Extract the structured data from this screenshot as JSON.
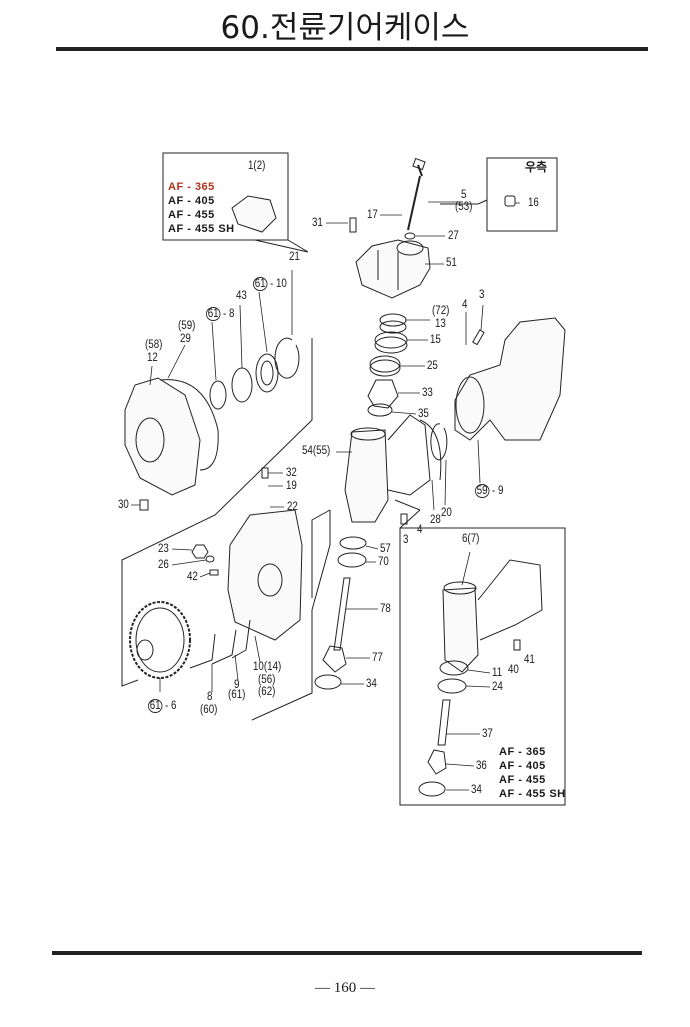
{
  "page": {
    "title": "60.전륜기어케이스",
    "page_number": "— 160 —"
  },
  "model_box_top": [
    "AF - 365",
    "AF - 405",
    "AF - 455",
    "AF - 455 SH"
  ],
  "model_box_bottom": [
    "AF - 365",
    "AF - 405",
    "AF - 455",
    "AF - 455 SH"
  ],
  "right_side_box_label": "우측",
  "part_labels": [
    {
      "text": "1(2)"
    },
    {
      "text": "31"
    },
    {
      "text": "17"
    },
    {
      "text": "5"
    },
    {
      "text": "(53)"
    },
    {
      "text": "16"
    },
    {
      "text": "27"
    },
    {
      "text": "51"
    },
    {
      "text": "21"
    },
    {
      "text": "61",
      "suffix": "- 10"
    },
    {
      "text": "43"
    },
    {
      "text": "61",
      "suffix": "- 8"
    },
    {
      "text": "(59)"
    },
    {
      "text": "29"
    },
    {
      "text": "(58)"
    },
    {
      "text": "12"
    },
    {
      "text": "(72)"
    },
    {
      "text": "13"
    },
    {
      "text": "15"
    },
    {
      "text": "4"
    },
    {
      "text": "3"
    },
    {
      "text": "25"
    },
    {
      "text": "33"
    },
    {
      "text": "35"
    },
    {
      "text": "54(55)"
    },
    {
      "text": "32"
    },
    {
      "text": "19"
    },
    {
      "text": "30"
    },
    {
      "text": "22"
    },
    {
      "text": "59",
      "suffix": "- 9"
    },
    {
      "text": "28"
    },
    {
      "text": "20"
    },
    {
      "text": "3"
    },
    {
      "text": "4"
    },
    {
      "text": "57"
    },
    {
      "text": "70"
    },
    {
      "text": "23"
    },
    {
      "text": "26"
    },
    {
      "text": "42"
    },
    {
      "text": "6(7)"
    },
    {
      "text": "78"
    },
    {
      "text": "11"
    },
    {
      "text": "40"
    },
    {
      "text": "41"
    },
    {
      "text": "24"
    },
    {
      "text": "77"
    },
    {
      "text": "34"
    },
    {
      "text": "37"
    },
    {
      "text": "36"
    },
    {
      "text": "34"
    },
    {
      "text": "8"
    },
    {
      "text": "(60)"
    },
    {
      "text": "9"
    },
    {
      "text": "(61)"
    },
    {
      "text": "10(14)"
    },
    {
      "text": "(56)"
    },
    {
      "text": "(62)"
    },
    {
      "text": "61",
      "suffix": "- 6"
    }
  ]
}
